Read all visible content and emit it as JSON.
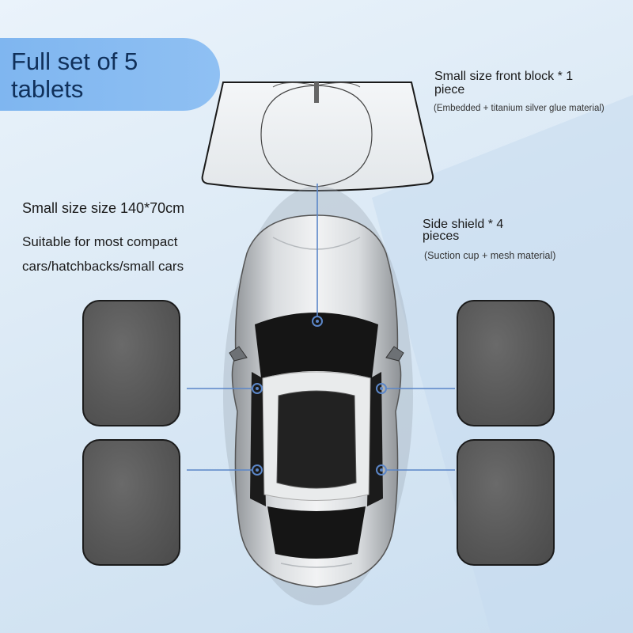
{
  "banner": {
    "title": "Full set of 5 tablets"
  },
  "front_block": {
    "title": "Small size front block * 1 piece",
    "subtitle": "(Embedded + titanium silver glue material)"
  },
  "size_info": {
    "size": "Small size size 140*70cm",
    "suitable": "Suitable for most compact cars/hatchbacks/small cars"
  },
  "side_shield": {
    "title": "Side shield * 4 pieces",
    "subtitle": "(Suction cup + mesh material)"
  },
  "colors": {
    "banner": "#8fc0f3",
    "banner_text": "#10305a",
    "callout_line": "#5b86c8",
    "panel": "#555555",
    "background": "#dbe9f5"
  }
}
